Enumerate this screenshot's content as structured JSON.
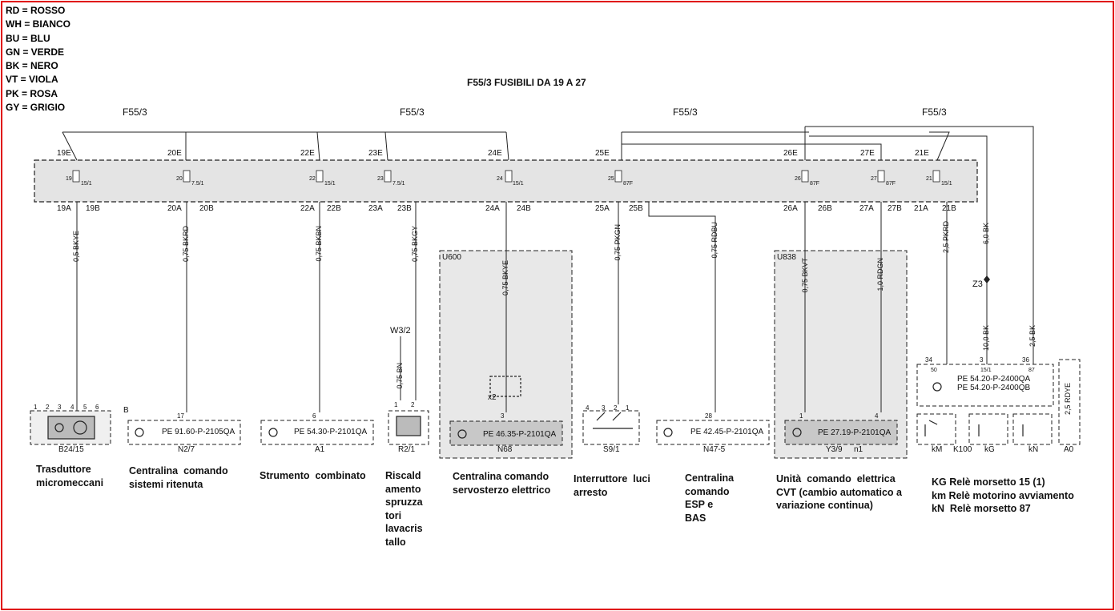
{
  "legend": [
    "RD = ROSSO",
    "WH = BIANCO",
    "BU = BLU",
    "GN = VERDE",
    "BK = NERO",
    "VT = VIOLA",
    "PK = ROSA",
    "GY = GRIGIO"
  ],
  "title": "F55/3 FUSIBILI DA 19 A 27",
  "fuse_groups": [
    "F55/3",
    "F55/3",
    "F55/3",
    "F55/3"
  ],
  "fuses": [
    {
      "top": "19E",
      "in": "19A",
      "out": "19B",
      "num": "19",
      "rating": "15/1"
    },
    {
      "top": "20E",
      "in": "20A",
      "out": "20B",
      "num": "20",
      "rating": "7.5/1"
    },
    {
      "top": "22E",
      "in": "22A",
      "out": "22B",
      "num": "22",
      "rating": "15/1"
    },
    {
      "top": "23E",
      "in": "23A",
      "out": "23B",
      "num": "23",
      "rating": "7.5/1"
    },
    {
      "top": "24E",
      "in": "24A",
      "out": "24B",
      "num": "24",
      "rating": "15/1"
    },
    {
      "top": "25E",
      "in": "25A",
      "out": "25B",
      "num": "25",
      "rating": "87F"
    },
    {
      "top": "26E",
      "in": "26A",
      "out": "26B",
      "num": "26",
      "rating": "87F"
    },
    {
      "top": "27E",
      "in": "27A",
      "out": "27B",
      "num": "27",
      "rating": "87F"
    },
    {
      "top": "21E",
      "in": "21A",
      "out": "21B",
      "num": "21",
      "rating": "15/1"
    }
  ],
  "wires": [
    "0,5 BKYE",
    "0,75 BKRD",
    "0,75 BKBN",
    "0,75 BKGY",
    "0,75 BKYE",
    "0,75 PKGN",
    "0,75 RDBU",
    "0,75 BKVT",
    "1,0 RDGN",
    "2,5 PKRD",
    "6,0 BK",
    "10,0 BK",
    "2,5 BK",
    "0,75 BN",
    "2,5 RDYE"
  ],
  "labels": {
    "u600": "U600",
    "u838": "U838",
    "z3": "Z3",
    "w32": "W3/2",
    "x2": "x2",
    "b": "B"
  },
  "connectors": {
    "b2415": {
      "pins": [
        "1",
        "2",
        "3",
        "4",
        "5",
        "6"
      ],
      "name": "B24/15"
    },
    "n27": {
      "pin": "17",
      "code": "PE  91.60-P-2105QA",
      "name": "N2/7"
    },
    "a1": {
      "pin": "6",
      "code": "PE  54.30-P-2101QA",
      "name": "A1"
    },
    "r21": {
      "pins": [
        "1",
        "2"
      ],
      "name": "R2/1"
    },
    "n68": {
      "pin": "3",
      "code": "PE  46.35-P-2101QA",
      "name": "N68"
    },
    "s91": {
      "pins": [
        "4",
        "3",
        "2",
        "1"
      ],
      "name": "S9/1"
    },
    "n475": {
      "pin": "28",
      "code": "PE  42.45-P-2101QA",
      "name": "N47-5"
    },
    "y39": {
      "pins": [
        "1",
        "4"
      ],
      "code": "PE  27.19-P-2101QA",
      "name": "Y3/9",
      "sub": "n1"
    },
    "k100": {
      "pins": [
        "34",
        "3",
        "36"
      ],
      "subpins": [
        "50",
        "15/1",
        "87"
      ],
      "codes": [
        "PE  54.20-P-2400QA",
        "PE  54.20-P-2400QB"
      ],
      "name": "K100",
      "relays": [
        "kM",
        "kG",
        "kN"
      ]
    },
    "a0": {
      "name": "A0"
    }
  },
  "descriptions": {
    "b2415": "Trasduttore\nmicromeccani",
    "n27": "Centralina  comando\nsistemi ritenuta",
    "a1": "Strumento  combinato",
    "r21": "Riscald\namento\nspruzza\ntori\nlavacris\ntallo",
    "n68": "Centralina comando\nservosterzo elettrico",
    "s91": "Interruttore  luci\narresto",
    "n475": "Centralina\ncomando\nESP e\nBAS",
    "y39": "Unità  comando  elettrica\nCVT (cambio automatico a\nvariazione continua)",
    "k100": "KG Relè morsetto 15 (1)\nkm Relè motorino avviamento\nkN  Relè morsetto 87"
  }
}
